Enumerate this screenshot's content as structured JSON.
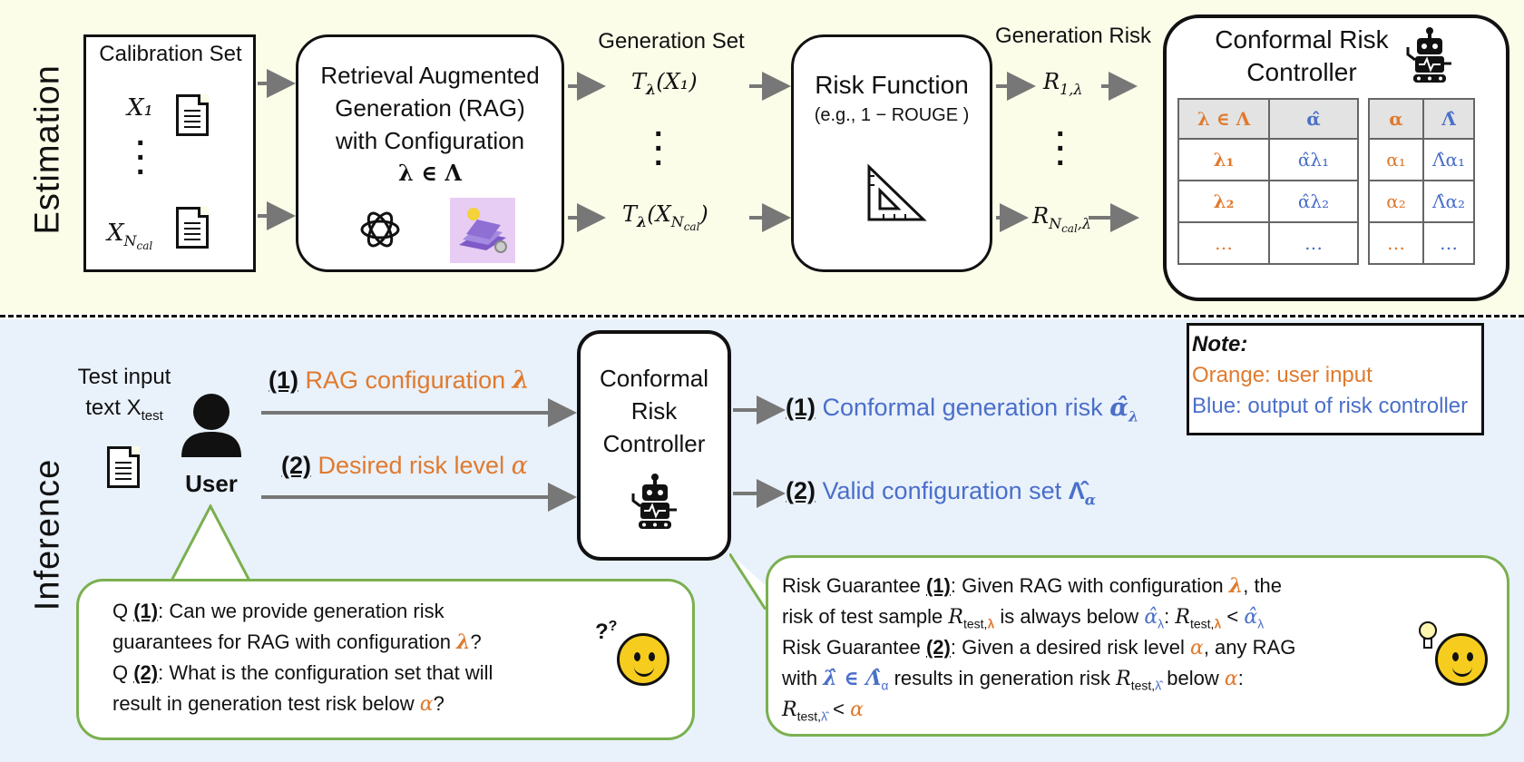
{
  "estimation": {
    "side_label": "Estimation",
    "calibration": {
      "title": "Calibration Set",
      "x1": "X₁",
      "xn": "X",
      "xn_sub": "N",
      "xn_subsub": "cal"
    },
    "rag": {
      "line1": "Retrieval Augmented",
      "line2": "Generation (RAG)",
      "line3": "with Configuration",
      "line4": "λ ∈ Λ"
    },
    "generation_set": {
      "title": "Generation Set",
      "t1": "T",
      "t1_sub": "λ",
      "t1_arg": "(X₁)",
      "tn": "T",
      "tn_sub": "λ",
      "tn_arg": "(X",
      "tn_arg_sub": "N",
      "tn_arg_subsub": "cal",
      "tn_close": ")"
    },
    "risk_function": {
      "title": "Risk Function",
      "example": "(e.g., 1 − ROUGE )"
    },
    "generation_risk": {
      "title": "Generation Risk",
      "r1": "R",
      "r1_sub": "1,λ",
      "rn": "R",
      "rn_sub": "N",
      "rn_subsub": "cal",
      "rn_sub2": ",λ"
    },
    "controller": {
      "title_line1": "Conformal Risk",
      "title_line2": "Controller",
      "table1": {
        "headers": [
          "λ ∈ Λ",
          "α̂"
        ],
        "rows": [
          [
            "λ₁",
            "α̂λ₁"
          ],
          [
            "λ₂",
            "α̂λ₂"
          ],
          [
            "…",
            "…"
          ]
        ]
      },
      "table2": {
        "headers": [
          "α",
          "Λ̂"
        ],
        "rows": [
          [
            "α₁",
            "Λ̂α₁"
          ],
          [
            "α₂",
            "Λ̂α₂"
          ],
          [
            "…",
            "…"
          ]
        ]
      }
    }
  },
  "inference": {
    "side_label": "Inference",
    "test_input": {
      "line1": "Test input",
      "line2": "text X",
      "sub": "test"
    },
    "user_label": "User",
    "input1": {
      "num": "(1)",
      "text": "RAG configuration",
      "sym": "λ"
    },
    "input2": {
      "num": "(2)",
      "text": "Desired risk level",
      "sym": "α"
    },
    "controller": {
      "line1": "Conformal",
      "line2": "Risk",
      "line3": "Controller"
    },
    "output1": {
      "num": "(1)",
      "text": "Conformal generation risk",
      "sym": "α̂",
      "sub": "λ"
    },
    "output2": {
      "num": "(2)",
      "text": "Valid configuration set",
      "sym": "Λ̂",
      "sub": "α"
    },
    "note": {
      "title": "Note:",
      "line1": "Orange: user input",
      "line2": "Blue: output of risk controller"
    },
    "question": {
      "l1_pre": "Q ",
      "l1_num": "(1)",
      "l1_text": ": Can we provide generation risk",
      "l2_text": "guarantees for RAG with configuration ",
      "l2_sym": "λ",
      "l2_end": "?",
      "l3_pre": "Q ",
      "l3_num": "(2)",
      "l3_text": ": What is the configuration set that will",
      "l4_text": "result in generation test risk below ",
      "l4_sym": "α",
      "l4_end": "?"
    },
    "guarantee": {
      "l1_pre": "Risk Guarantee ",
      "l1_num": "(1)",
      "l1_text": ": Given RAG with configuration ",
      "l1_sym": "λ",
      "l1_end": ", the",
      "l2_text": "risk of test sample ",
      "l2_r": "R",
      "l2_rsub": "test,",
      "l2_rsub_sym": "λ",
      "l2_mid": " is always below ",
      "l2_a": "α̂",
      "l2_asub": "λ",
      "l2_colon": ": ",
      "l2_r2": "R",
      "l2_r2sub": "test,",
      "l2_r2sub_sym": "λ",
      "l2_lt": " < ",
      "l2_a2": "α̂",
      "l2_a2sub": "λ",
      "l3_pre": "Risk Guarantee ",
      "l3_num": "(2)",
      "l3_text": ": Given a desired risk level ",
      "l3_sym": "α",
      "l3_end": ", any RAG",
      "l4_text": "with ",
      "l4_lh": "λ̂ ∈ Λ̂",
      "l4_lhsub": "α",
      "l4_mid": " results in generation risk ",
      "l4_r": "R",
      "l4_rsub": "test,",
      "l4_rsub_sym": "λ̂",
      "l4_below": " below ",
      "l4_a": "α",
      "l4_end": ":",
      "l5_r": "R",
      "l5_rsub": "test,",
      "l5_rsub_sym": "λ̂",
      "l5_lt": " < ",
      "l5_a": "α"
    }
  },
  "colors": {
    "orange": "#e07a2e",
    "blue": "#4a6fc9",
    "bubble_border": "#7ab04f",
    "estimation_bg": "#fbfde8",
    "inference_bg": "#e9f1fb"
  }
}
